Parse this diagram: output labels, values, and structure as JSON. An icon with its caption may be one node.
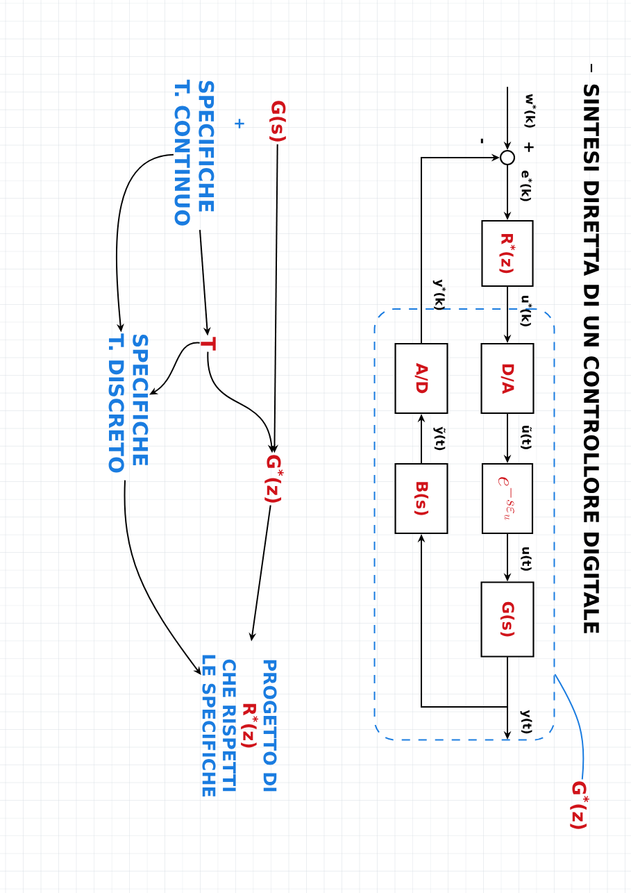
{
  "diagram": {
    "title": "SINTESI DIRETTA DI UN CONTROLLORE DIGITALE",
    "nodes": [
      {
        "text": [],
        "shape": "circle"
      },
      {
        "text": [
          "R$^{*}$(z)"
        ]
      },
      {
        "text": [],
        "shape": "box"
      },
      {
        "text": [
          "D/A"
        ],
        "in": 2
      },
      {
        "text": [
          "e^{-s\\varepsilon_u}"
        ],
        "in": 2
      },
      {
        "text": [
          "G(s)"
        ],
        "in": 2
      },
      {
        "text": [
          "B(s)"
        ],
        "in": 2
      },
      {
        "text": [
          "A/D"
        ],
        "in": 2
      },
      {
        "text": [
          "G$^{*}$(z)"
        ]
      },
      {
        "text": [
          "G(s)"
        ]
      },
      {
        "text": [
          "SPECIFICHE T. CONTINUO"
        ]
      },
      {
        "text": [
          "T"
        ]
      },
      {
        "text": [
          "SPECIFICHE T. DISCRETO"
        ]
      },
      {
        "text": [
          "G$^{*}$(z)"
        ]
      },
      {
        "text": [
          "PROGETTO DI",
          "R$^{*}$(z)",
          "CHE RISPETTI LE SPECIFICHE"
        ]
      }
    ],
    "edges": [
      {
        "from": null,
        "to": 0,
        "arrow": "to",
        "label": "w$^{*}$(k)"
      },
      {
        "from": 0,
        "to": 1,
        "arrow": "to",
        "label": "e$^{*}$(k)"
      },
      {
        "from": 1,
        "to": 3,
        "arrow": "to",
        "label": "u$^{*}$(k)"
      },
      {
        "from": 3,
        "to": 4,
        "arrow": "to",
        "label": "ũ(t)"
      },
      {
        "from": 4,
        "to": 5,
        "arrow": "to",
        "label": "u(t)"
      },
      {
        "from": 5,
        "to": null,
        "arrow": "to",
        "label": "y(t)"
      },
      {
        "from": 5,
        "to": 6,
        "arrow": "to"
      },
      {
        "from": 6,
        "to": 7,
        "arrow": "to",
        "label": "ỹ(t)"
      },
      {
        "from": 7,
        "to": 0,
        "arrow": "to",
        "label": "y$^{*}$(k)"
      },
      {
        "from": 8,
        "to": 2,
        "arrow": "none",
        "color": "#1a7ce0"
      },
      {
        "from": 9,
        "to": 13,
        "arrow": "to"
      },
      {
        "from": 10,
        "to": 11,
        "arrow": "to"
      },
      {
        "from": 10,
        "to": 12,
        "arrow": "to"
      },
      {
        "from": 11,
        "to": 13,
        "arrow": "to"
      },
      {
        "from": 11,
        "to": 12,
        "arrow": "to"
      },
      {
        "from": 13,
        "to": 14,
        "arrow": "to"
      },
      {
        "from": 12,
        "to": 14,
        "arrow": "to"
      }
    ],
    "labels": [
      "+",
      "-",
      "+"
    ]
  }
}
